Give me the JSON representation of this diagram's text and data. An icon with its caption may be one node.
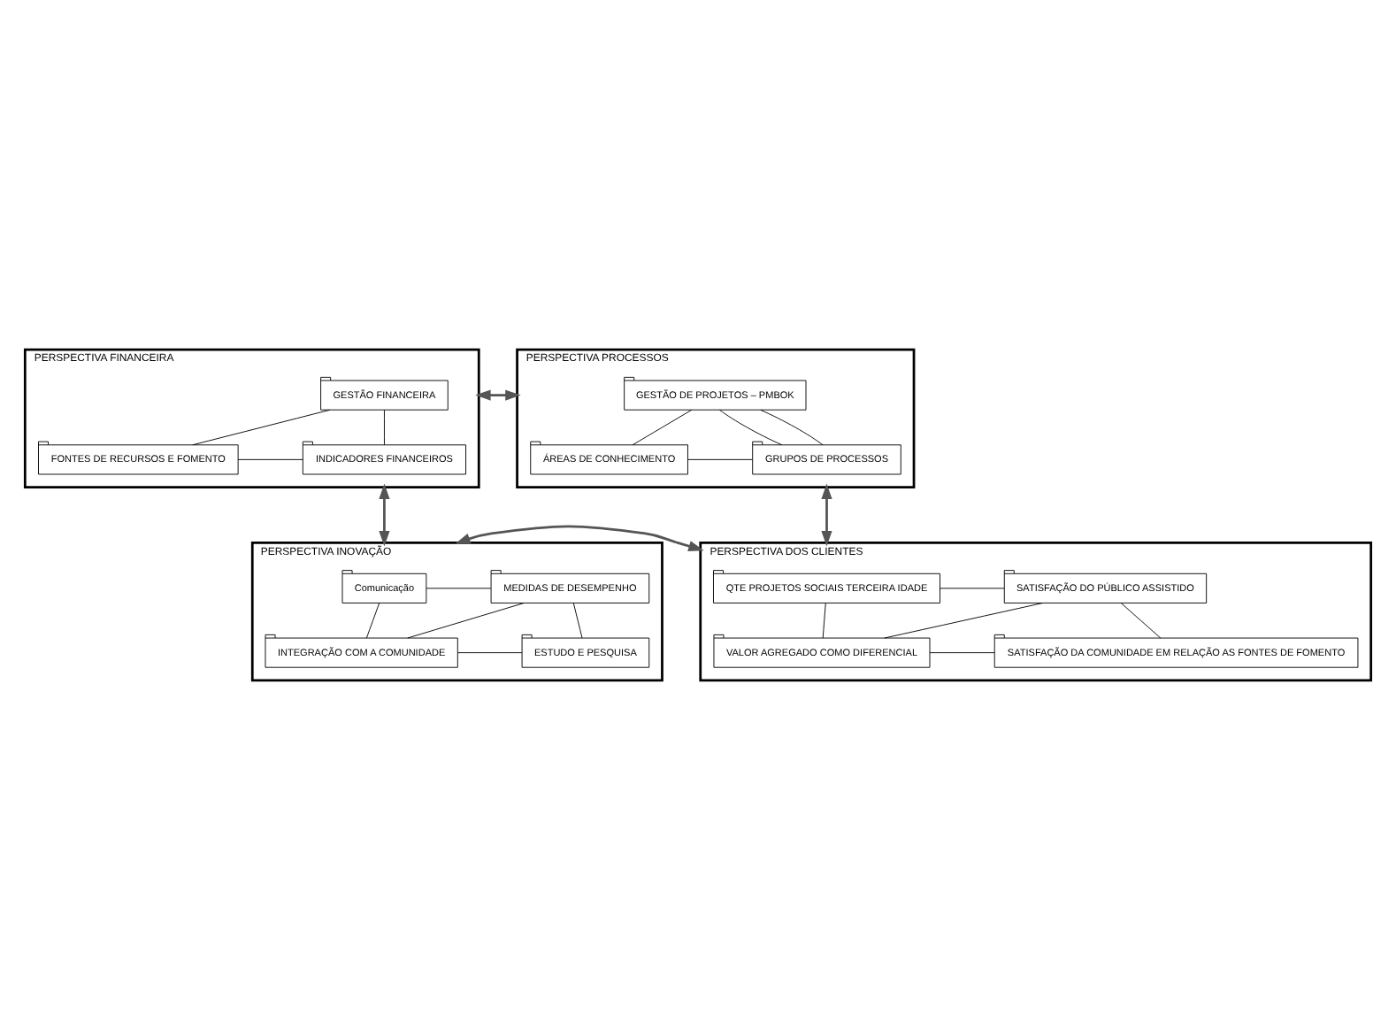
{
  "diagram": {
    "nodes": [
      {
        "text": [
          "PERSPECTIVA FINANCEIRA"
        ]
      },
      {
        "text": [
          "GESTÃO FINANCEIRA"
        ],
        "in": 0
      },
      {
        "text": [
          "FONTES DE RECURSOS E FOMENTO"
        ],
        "in": 0
      },
      {
        "text": [
          "INDICADORES FINANCEIROS"
        ],
        "in": 0
      },
      {
        "text": [
          "PERSPECTIVA PROCESSOS"
        ]
      },
      {
        "text": [
          "GESTÃO DE PROJETOS – PMBOK"
        ],
        "in": 4
      },
      {
        "text": [
          "ÁREAS DE CONHECIMENTO"
        ],
        "in": 4
      },
      {
        "text": [
          "GRUPOS DE PROCESSOS"
        ],
        "in": 4
      },
      {
        "text": [
          "PERSPECTIVA INOVAÇÃO"
        ]
      },
      {
        "text": [
          "Comunicação"
        ],
        "in": 8
      },
      {
        "text": [
          "MEDIDAS DE DESEMPENHO"
        ],
        "in": 8
      },
      {
        "text": [
          "INTEGRAÇÃO COM A COMUNIDADE"
        ],
        "in": 8
      },
      {
        "text": [
          "ESTUDO E PESQUISA"
        ],
        "in": 8
      },
      {
        "text": [
          "PERSPECTIVA DOS CLIENTES"
        ]
      },
      {
        "text": [
          "QTE PROJETOS SOCIAIS TERCEIRA IDADE"
        ],
        "in": 13
      },
      {
        "text": [
          "SATISFAÇÃO DO PÚBLICO ASSISTIDO"
        ],
        "in": 13
      },
      {
        "text": [
          "VALOR AGREGADO COMO DIFERENCIAL"
        ],
        "in": 13
      },
      {
        "text": [
          "SATISFAÇÃO DA COMUNIDADE EM RELAÇÃO AS FONTES DE FOMENTO"
        ],
        "in": 13
      }
    ],
    "edges": [
      {
        "from": 1,
        "to": 2,
        "arrow": "none"
      },
      {
        "from": 1,
        "to": 3,
        "arrow": "none"
      },
      {
        "from": 2,
        "to": 3,
        "arrow": "none"
      },
      {
        "from": 5,
        "to": 6,
        "arrow": "none"
      },
      {
        "from": 5,
        "to": 7,
        "arrow": "none"
      },
      {
        "from": 5,
        "to": 7,
        "arrow": "none"
      },
      {
        "from": 6,
        "to": 7,
        "arrow": "none"
      },
      {
        "from": 9,
        "to": 10,
        "arrow": "none"
      },
      {
        "from": 9,
        "to": 11,
        "arrow": "none"
      },
      {
        "from": 11,
        "to": 10,
        "arrow": "none"
      },
      {
        "from": 10,
        "to": 12,
        "arrow": "none"
      },
      {
        "from": 11,
        "to": 12,
        "arrow": "none"
      },
      {
        "from": 14,
        "to": 15,
        "arrow": "none"
      },
      {
        "from": 14,
        "to": 16,
        "arrow": "none"
      },
      {
        "from": 15,
        "to": 16,
        "arrow": "none"
      },
      {
        "from": 15,
        "to": 17,
        "arrow": "none"
      },
      {
        "from": 16,
        "to": 17,
        "arrow": "none"
      },
      {
        "from": 0,
        "to": 4,
        "arrow": "both"
      },
      {
        "from": 0,
        "to": 8,
        "arrow": "both"
      },
      {
        "from": 4,
        "to": 13,
        "arrow": "both"
      },
      {
        "from": 8,
        "to": 13,
        "arrow": "both"
      }
    ]
  }
}
